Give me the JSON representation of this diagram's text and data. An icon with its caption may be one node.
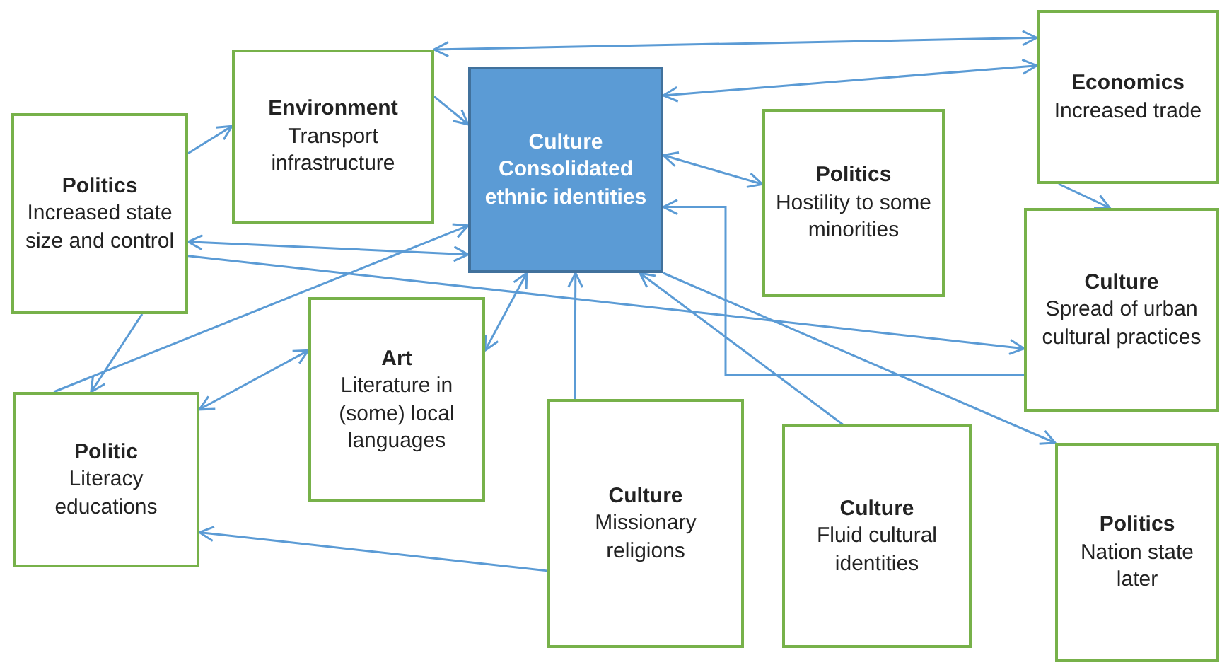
{
  "diagram": {
    "nodes": [
      {
        "text": [
          "Politics",
          "Increased state size and control"
        ]
      },
      {
        "text": [
          "Environment",
          "Transport infrastructure"
        ]
      },
      {
        "text": [
          "Culture",
          "Consolidated ethnic identities"
        ]
      },
      {
        "text": [
          "Politics",
          "Hostility to some minorities"
        ]
      },
      {
        "text": [
          "Economics",
          "Increased trade"
        ]
      },
      {
        "text": [
          "Culture",
          "Spread of urban cultural practices"
        ]
      },
      {
        "text": [
          "Politic",
          "Literacy educations"
        ]
      },
      {
        "text": [
          "Art",
          "Literature in (some) local languages"
        ]
      },
      {
        "text": [
          "Culture",
          "Missionary religions"
        ]
      },
      {
        "text": [
          "Culture",
          "Fluid cultural identities"
        ]
      },
      {
        "text": [
          "Politics",
          "Nation state later"
        ]
      }
    ],
    "edges": [
      {
        "from": 0,
        "to": 1,
        "arrow": "to"
      },
      {
        "from": 1,
        "to": 2,
        "arrow": "to"
      },
      {
        "from": 4,
        "to": 1,
        "arrow": "both"
      },
      {
        "from": 2,
        "to": 4,
        "arrow": "both"
      },
      {
        "from": 0,
        "to": 2,
        "arrow": "both"
      },
      {
        "from": 0,
        "to": 5,
        "arrow": "to"
      },
      {
        "from": 6,
        "to": 2,
        "arrow": "to"
      },
      {
        "from": 0,
        "to": 6,
        "arrow": "to"
      },
      {
        "from": 7,
        "to": 2,
        "arrow": "both"
      },
      {
        "from": 6,
        "to": 7,
        "arrow": "both"
      },
      {
        "from": 8,
        "to": 6,
        "arrow": "to"
      },
      {
        "from": 8,
        "to": 2,
        "arrow": "to"
      },
      {
        "from": 2,
        "to": 3,
        "arrow": "both"
      },
      {
        "from": 5,
        "to": 2,
        "arrow": "to"
      },
      {
        "from": 9,
        "to": 2,
        "arrow": "to"
      },
      {
        "from": 2,
        "to": 10,
        "arrow": "to"
      },
      {
        "from": 4,
        "to": 5,
        "arrow": "to"
      }
    ]
  }
}
